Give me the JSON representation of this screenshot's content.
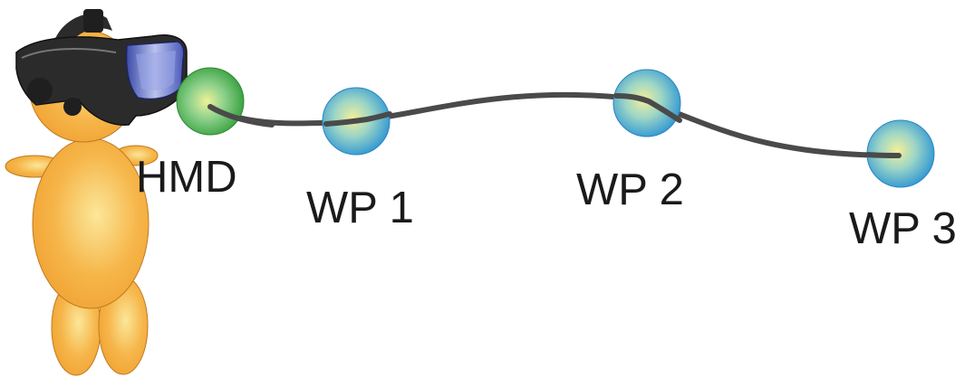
{
  "diagram": {
    "labels": {
      "hmd": "HMD",
      "wp1": "WP 1",
      "wp2": "WP 2",
      "wp3": "WP 3"
    },
    "colors": {
      "hmd_node": "#2f9a36",
      "waypoint_node": "#2e9bd6",
      "path": "#4a4a4a",
      "person_body": "#f2a53a",
      "headset": "#2b2b2b"
    },
    "icons": {
      "person": "person-with-vr-headset-icon"
    }
  }
}
